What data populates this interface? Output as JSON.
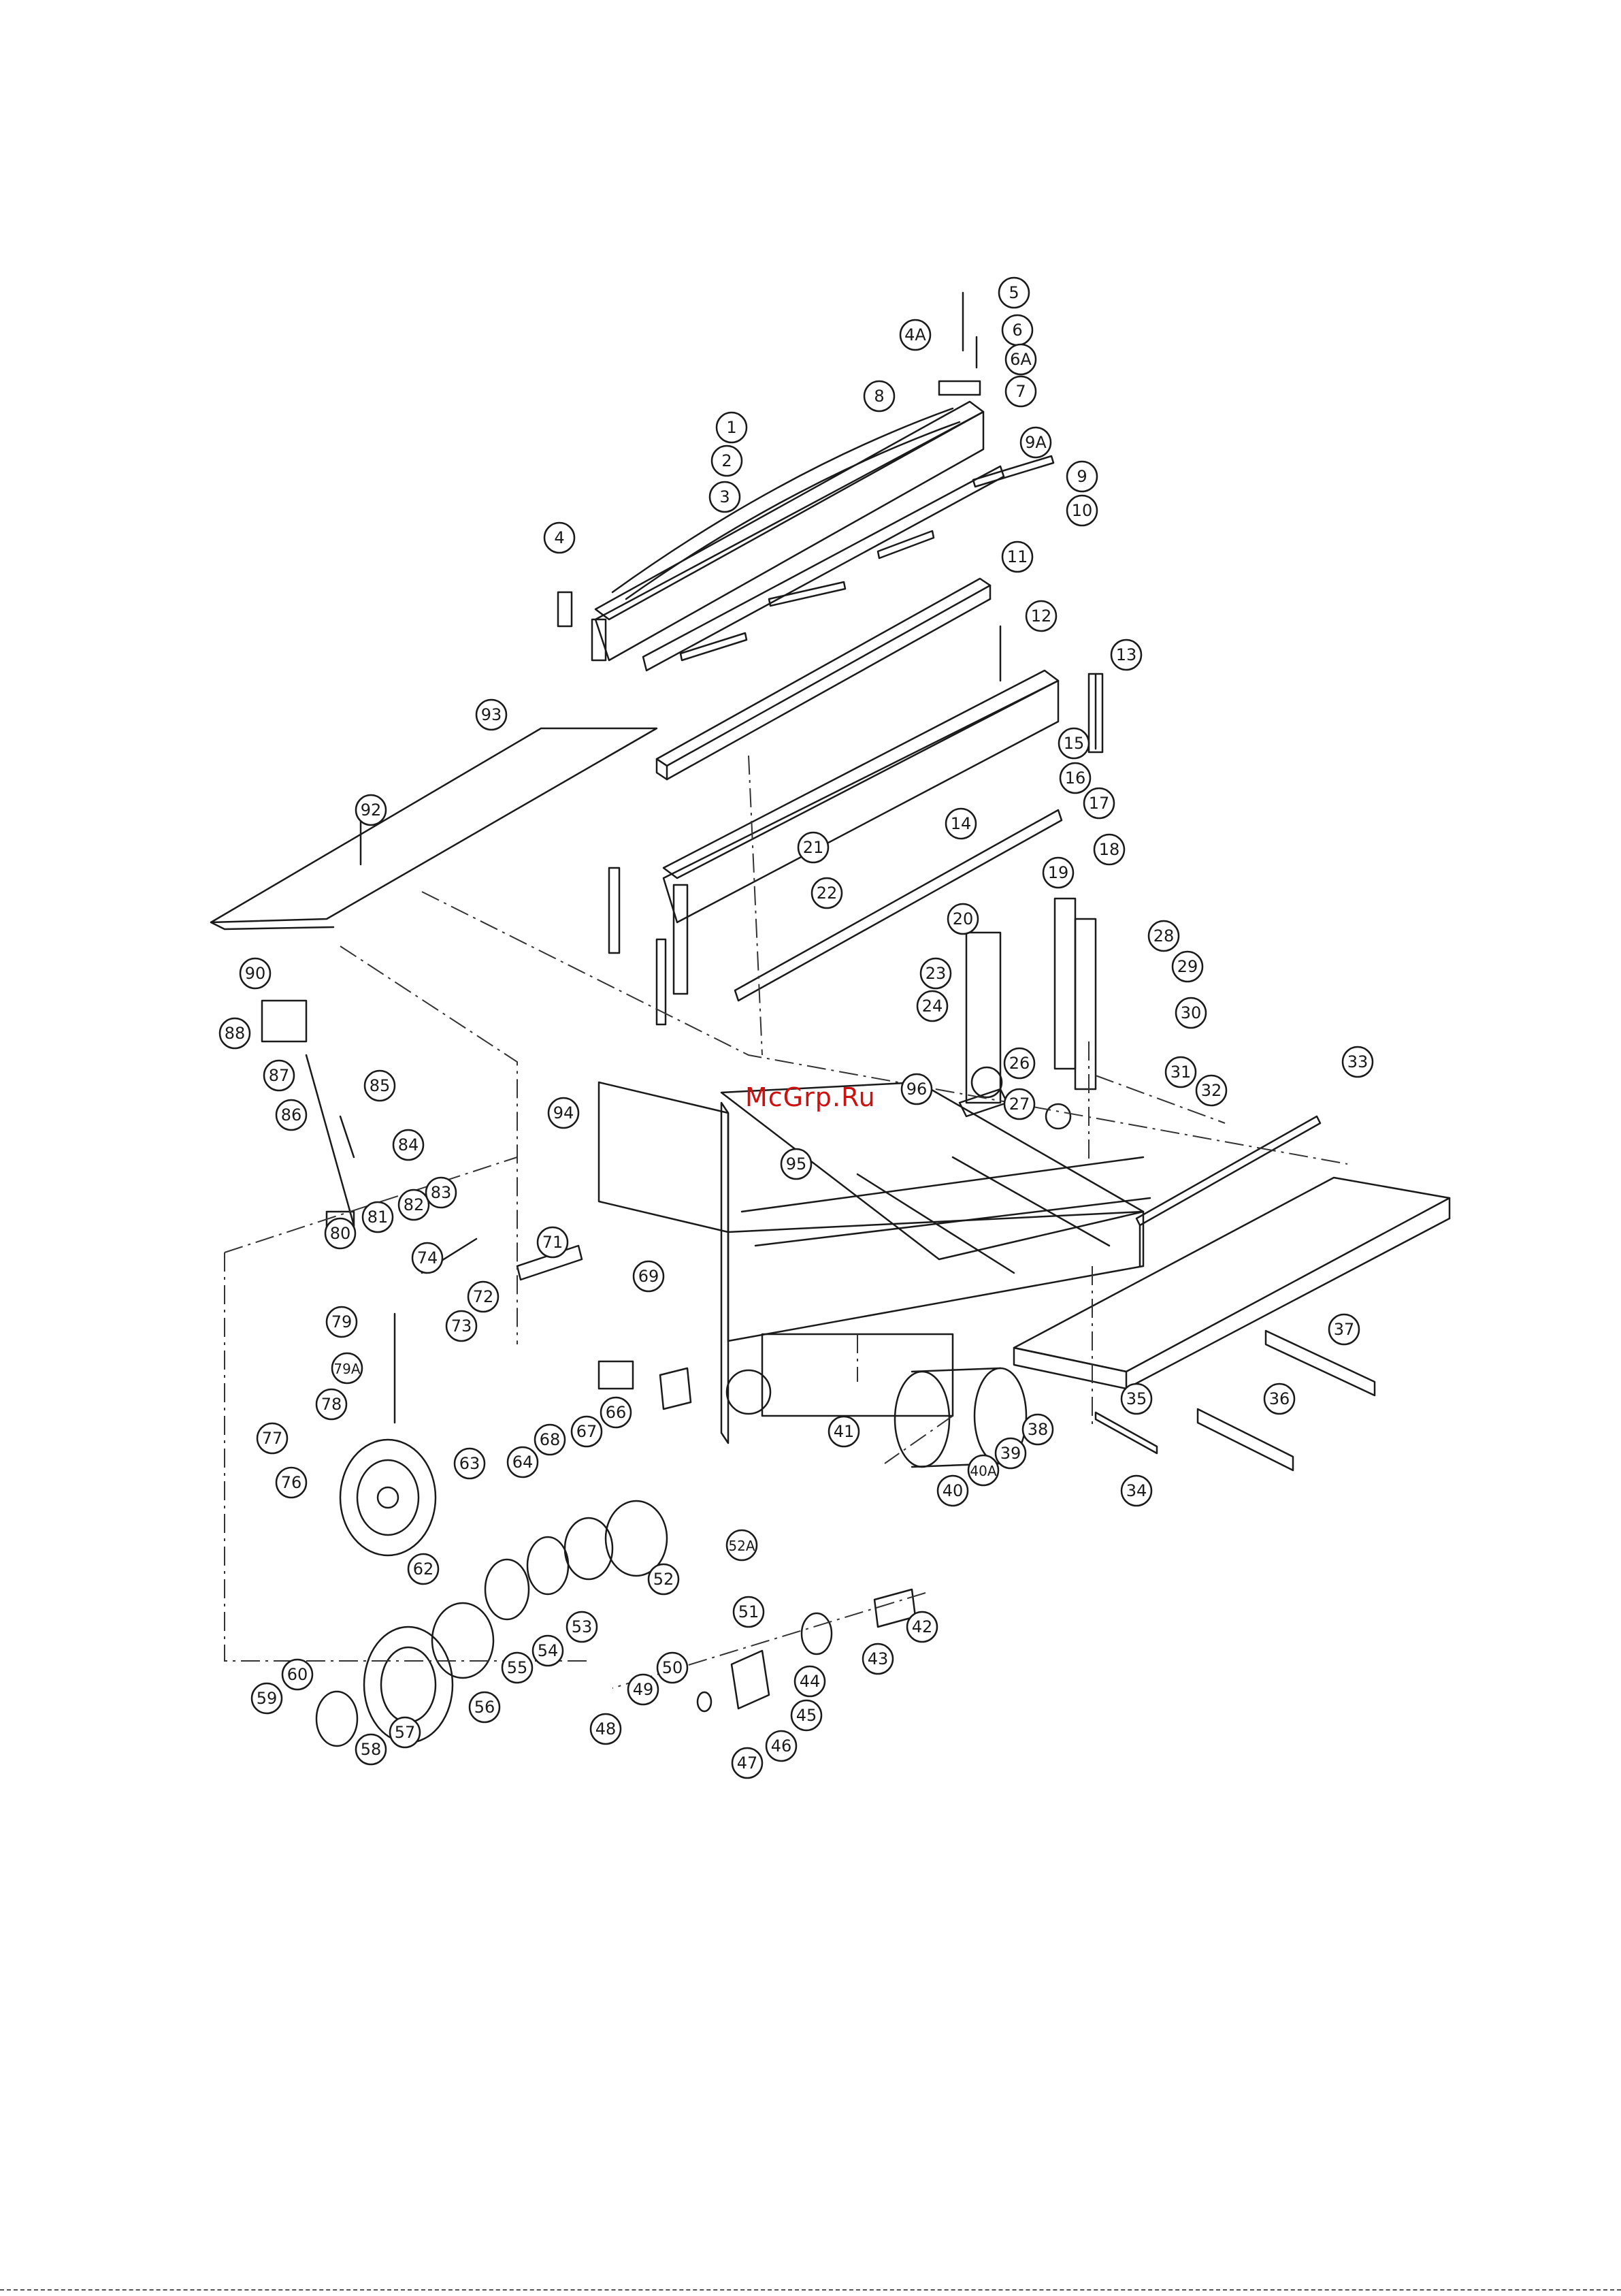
{
  "watermark": "McGrp.Ru",
  "diagram_type": "exploded parts view",
  "colors": {
    "line": "#1a1a1a",
    "watermark": "#cc1111",
    "background": "#ffffff"
  },
  "callouts": [
    "1",
    "2",
    "3",
    "4",
    "4A",
    "5",
    "6",
    "6A",
    "7",
    "8",
    "9",
    "9A",
    "10",
    "11",
    "12",
    "13",
    "14",
    "15",
    "16",
    "17",
    "18",
    "19",
    "20",
    "21",
    "22",
    "23",
    "24",
    "26",
    "27",
    "28",
    "29",
    "30",
    "31",
    "32",
    "33",
    "34",
    "35",
    "36",
    "37",
    "38",
    "39",
    "40",
    "40A",
    "41",
    "42",
    "43",
    "44",
    "45",
    "46",
    "47",
    "48",
    "49",
    "50",
    "51",
    "52",
    "52A",
    "53",
    "54",
    "55",
    "56",
    "57",
    "58",
    "59",
    "60",
    "62",
    "63",
    "64",
    "66",
    "67",
    "68",
    "69",
    "71",
    "72",
    "73",
    "74",
    "76",
    "77",
    "78",
    "79",
    "79A",
    "80",
    "81",
    "82",
    "83",
    "84",
    "85",
    "86",
    "87",
    "88",
    "90",
    "92",
    "93",
    "94",
    "95",
    "96"
  ]
}
